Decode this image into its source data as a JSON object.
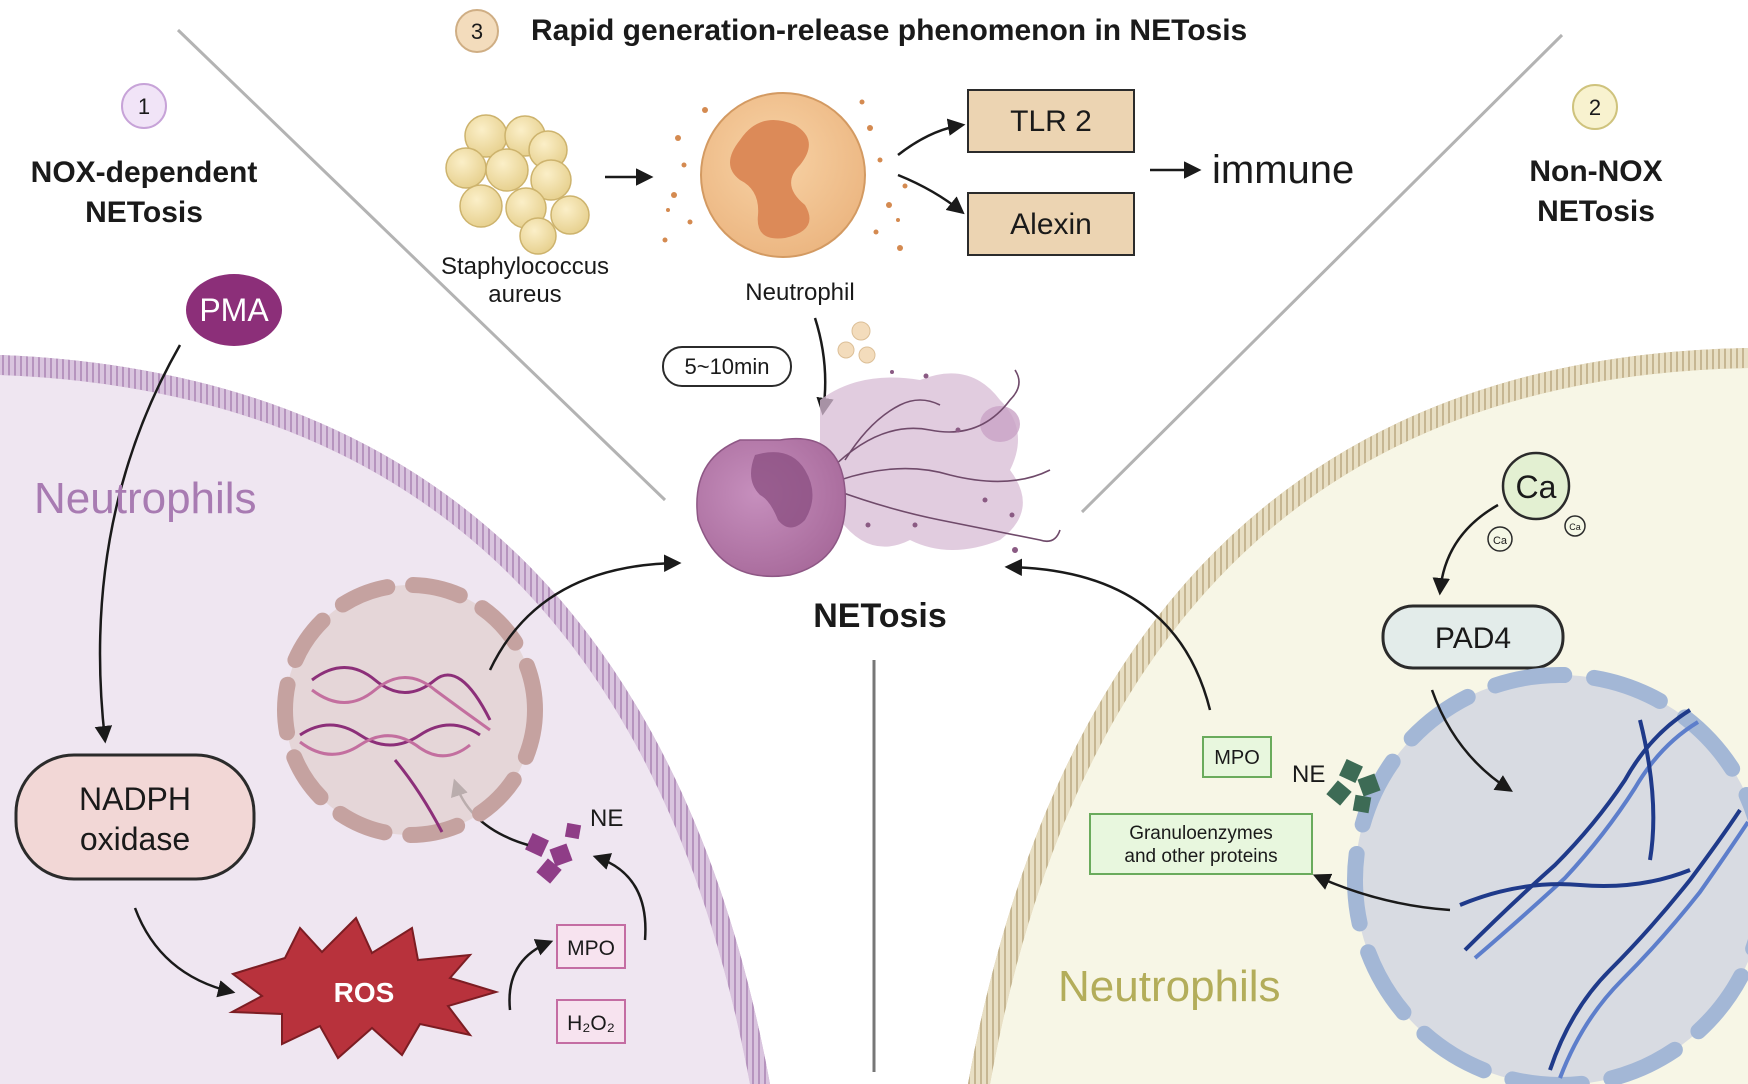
{
  "header": {
    "badge_3": "3",
    "title": "Rapid generation-release phenomenon in NETosis"
  },
  "panel_left": {
    "badge_1": "1",
    "title_line1": "NOX-dependent",
    "title_line2": "NETosis",
    "pma": "PMA",
    "cell_label": "Neutrophils",
    "nadph_line1": "NADPH",
    "nadph_line2": "oxidase",
    "ros": "ROS",
    "mpo": "MPO",
    "h2o2": "H₂O₂",
    "ne": "NE"
  },
  "panel_top": {
    "bacteria_line1": "Staphylococcus",
    "bacteria_line2": "aureus",
    "neutrophil": "Neutrophil",
    "tlr2": "TLR 2",
    "alexin": "Alexin",
    "immune": "immune",
    "time": "5~10min"
  },
  "center": {
    "netosis": "NETosis"
  },
  "panel_right": {
    "badge_2": "2",
    "title_line1": "Non-NOX",
    "title_line2": "NETosis",
    "ca": "Ca",
    "ca_small1": "Ca",
    "ca_small2": "Ca",
    "pad4": "PAD4",
    "mpo": "MPO",
    "ne": "NE",
    "granulo_line1": "Granuloenzymes",
    "granulo_line2": "and other proteins",
    "cell_label": "Neutrophils"
  },
  "colors": {
    "left_cell": "#efe6f1",
    "right_cell": "#f7f6e6",
    "purple_label": "#a87bb2",
    "olive_label": "#b3ad5a",
    "pma": "#8c2f79",
    "ros": "#b8323c",
    "box_tan": "#ecd4b2",
    "box_green": "#e8f7de",
    "box_pink": "#f7e3ef"
  }
}
